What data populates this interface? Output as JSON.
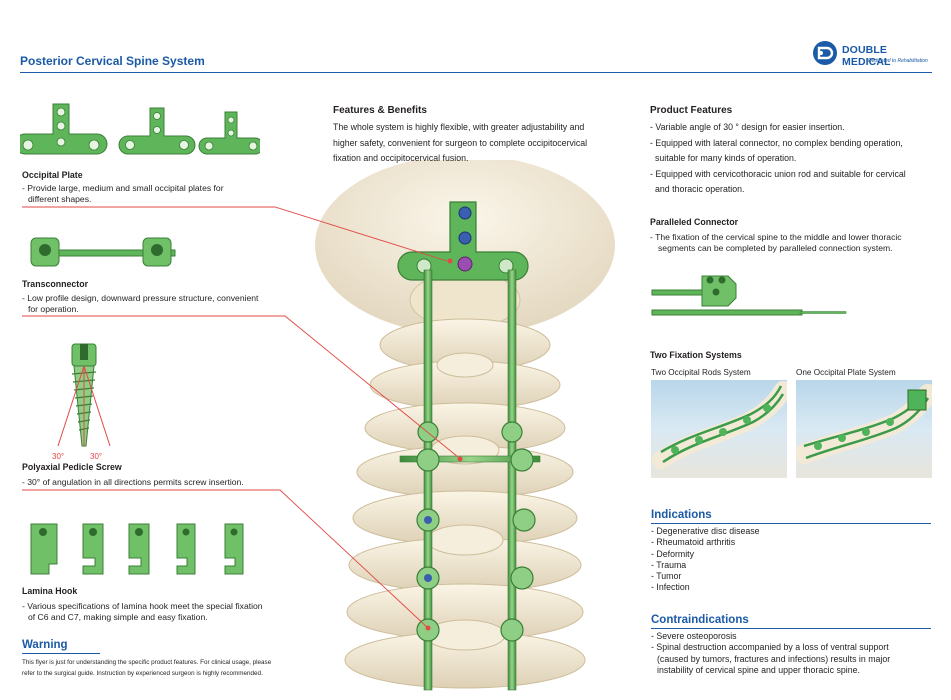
{
  "header": {
    "title": "Posterior Cervical Spine System",
    "brand_name": "DOUBLE MEDICAL",
    "brand_tagline": "Dedicated to Rehabilitation"
  },
  "products": {
    "occipital_plate": {
      "title": "Occipital Plate",
      "desc_1": "- Provide large, medium and small occipital plates for",
      "desc_2": "different shapes."
    },
    "transconnector": {
      "title": "Transconnector",
      "desc_1": "- Low profile design, downward pressure structure, convenient",
      "desc_2": "for operation."
    },
    "pedicle_screw": {
      "title": "Polyaxial Pedicle Screw",
      "angle_left": "30°",
      "angle_right": "30°",
      "desc_1": "- 30° of angulation in all directions permits screw insertion."
    },
    "lamina_hook": {
      "title": "Lamina Hook",
      "desc_1": "- Various specifications of lamina hook meet the special fixation",
      "desc_2": "of C6 and C7, making simple and easy fixation."
    }
  },
  "warning": {
    "title": "Warning",
    "line_1": "This flyer is just for understanding the specific product features. For clinical usage, please",
    "line_2": "refer to the surgical guide. Instruction by experienced surgeon is highly recommended."
  },
  "features_benefits": {
    "title": "Features & Benefits",
    "line_1": "The whole system is highly flexible, with greater adjustability and",
    "line_2": "higher safety, convenient for surgeon to complete occipitocervical",
    "line_3": "fixation and occipitocervical fusion."
  },
  "product_features": {
    "title": "Product Features",
    "lines": [
      "- Variable angle of 30 ° design for easier insertion.",
      "- Equipped with lateral connector, no complex bending operation,",
      "suitable for many kinds of operation.",
      "- Equipped with cervicothoracic union rod and suitable for cervical",
      "and thoracic operation."
    ]
  },
  "paralleled_connector": {
    "title": "Paralleled Connector",
    "line_1": "- The fixation of the cervical spine to the middle and lower thoracic",
    "line_2": "segments can be completed by paralleled connection system."
  },
  "fixation_systems": {
    "title": "Two Fixation Systems",
    "label_left": "Two Occipital Rods System",
    "label_right": "One Occipital Plate System"
  },
  "indications": {
    "title": "Indications",
    "items": [
      "- Degenerative disc disease",
      "- Rheumatoid arthritis",
      "- Deformity",
      "- Trauma",
      "- Tumor",
      "- Infection"
    ]
  },
  "contraindications": {
    "title": "Contraindications",
    "lines": [
      "- Severe osteoporosis",
      "- Spinal destruction accompanied by a loss of ventral support",
      "(caused by tumors, fractures and infections) results in major",
      "instability of cervical spine and upper thoracic spine."
    ]
  },
  "colors": {
    "brand_blue": "#1a5aa6",
    "implant_green": "#5fb55a",
    "leader_red": "#e24a45",
    "bone": "#f1e9d6"
  },
  "icons": {
    "logo": "double-medical-logo-icon"
  }
}
